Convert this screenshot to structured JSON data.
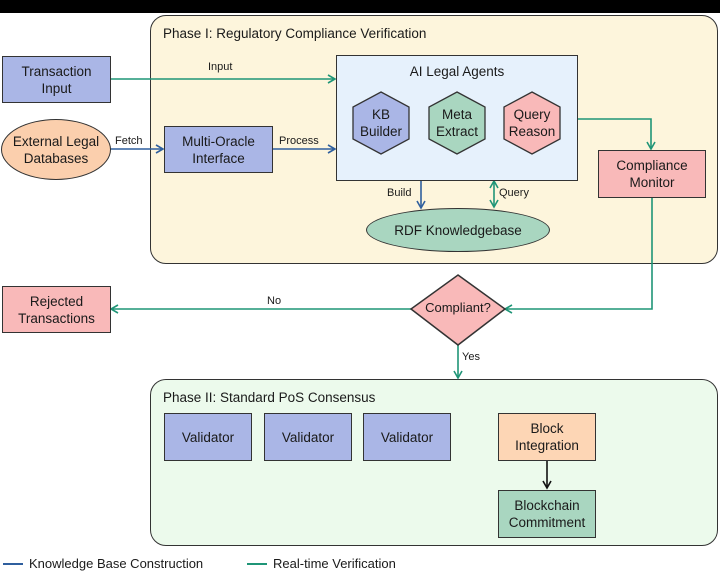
{
  "phase1": {
    "title": "Phase I: Regulatory Compliance Verification",
    "agents": {
      "title": "AI Legal Agents",
      "hexes": [
        {
          "line1": "KB",
          "line2": "Builder",
          "color": "#aab6e6"
        },
        {
          "line1": "Meta",
          "line2": "Extract",
          "color": "#a9d6c0"
        },
        {
          "line1": "Query",
          "line2": "Reason",
          "color": "#f9b9b9"
        }
      ]
    },
    "multi_oracle": {
      "line1": "Multi-Oracle",
      "line2": "Interface"
    },
    "compliance_monitor": {
      "line1": "Compliance",
      "line2": "Monitor"
    },
    "knowledgebase": "RDF Knowledgebase"
  },
  "external": {
    "transaction_input": {
      "line1": "Transaction",
      "line2": "Input"
    },
    "legal_databases": {
      "line1": "External Legal",
      "line2": "Databases"
    },
    "rejected": {
      "line1": "Rejected",
      "line2": "Transactions"
    }
  },
  "decision": "Compliant?",
  "edge_labels": {
    "input": "Input",
    "fetch": "Fetch",
    "process": "Process",
    "build": "Build",
    "query": "Query",
    "no": "No",
    "yes": "Yes"
  },
  "phase2": {
    "title": "Phase II: Standard PoS Consensus",
    "validators": [
      "Validator",
      "Validator",
      "Validator"
    ],
    "block_integration": {
      "line1": "Block",
      "line2": "Integration"
    },
    "blockchain_commitment": {
      "line1": "Blockchain",
      "line2": "Commitment"
    }
  },
  "legend": [
    {
      "label": "Knowledge Base Construction",
      "color": "#2f5f9e"
    },
    {
      "label": "Real-time Verification",
      "color": "#1f9577"
    }
  ],
  "colors": {
    "blue_flow": "#2f5f9e",
    "green_flow": "#1f9577",
    "black_flow": "#111111"
  }
}
